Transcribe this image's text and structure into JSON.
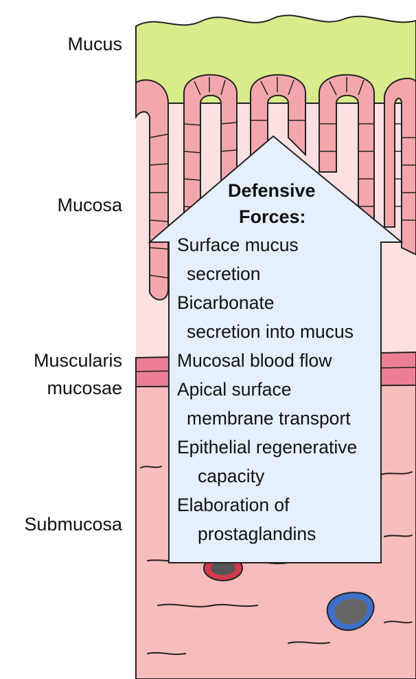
{
  "labels": {
    "mucus": "Mucus",
    "mucosa": "Mucosa",
    "muscularis_line1": "Muscularis",
    "muscularis_line2": "mucosae",
    "submucosa": "Submucosa"
  },
  "arrow": {
    "title_line1": "Defensive",
    "title_line2": "Forces:",
    "items": [
      "Surface mucus",
      "secretion",
      "Bicarbonate",
      "secretion into mucus",
      "Mucosal blood flow",
      "Apical surface",
      "membrane transport",
      "Epithelial regenerative",
      "capacity",
      "Elaboration of",
      "prostaglandins"
    ]
  },
  "colors": {
    "mucus": "#d9ec8c",
    "mucosa": "#fde0e2",
    "epithelium": "#f3a7ad",
    "muscularis": "#ec7f95",
    "submucosa": "#f7bcbc",
    "arrow_fill": "#e6efff",
    "artery": "#d23a4a",
    "vein": "#3f6fc8"
  }
}
